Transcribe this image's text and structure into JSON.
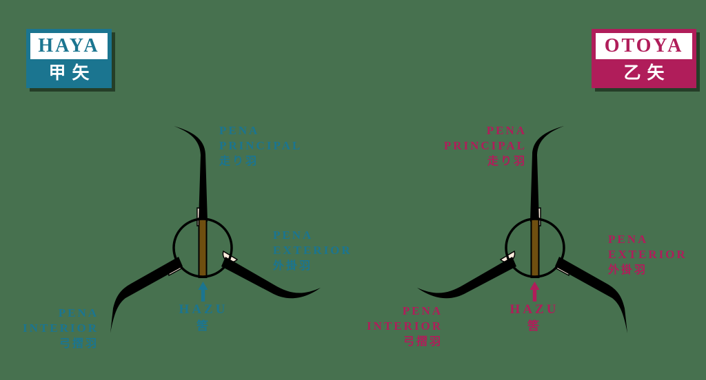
{
  "colors": {
    "background": "#47714f",
    "teal": "#1b7590",
    "crimson": "#b01d5a",
    "brown": "#6f4f10",
    "peach": "#fcecdd",
    "white": "#ffffff",
    "black": "#000000"
  },
  "haya": {
    "badge": {
      "latin": "HAYA",
      "kanji": "甲矢"
    },
    "labels": {
      "principal": {
        "line1": "PENA",
        "line2": "PRINCIPAL",
        "kanji": "走り羽"
      },
      "exterior": {
        "line1": "PENA",
        "line2": "EXTERIOR",
        "kanji": "外掛羽"
      },
      "interior": {
        "line1": "PENA",
        "line2": "INTERIOR",
        "kanji": "弓摺羽"
      },
      "hazu": {
        "latin": "HAZU",
        "kanji": "筈"
      }
    }
  },
  "otoya": {
    "badge": {
      "latin": "OTOYA",
      "kanji": "乙矢"
    },
    "labels": {
      "principal": {
        "line1": "PENA",
        "line2": "PRINCIPAL",
        "kanji": "走り羽"
      },
      "exterior": {
        "line1": "PENA",
        "line2": "EXTERIOR",
        "kanji": "外掛羽"
      },
      "interior": {
        "line1": "PENA",
        "line2": "INTERIOR",
        "kanji": "弓摺羽"
      },
      "hazu": {
        "latin": "HAZU",
        "kanji": "筈"
      }
    }
  }
}
